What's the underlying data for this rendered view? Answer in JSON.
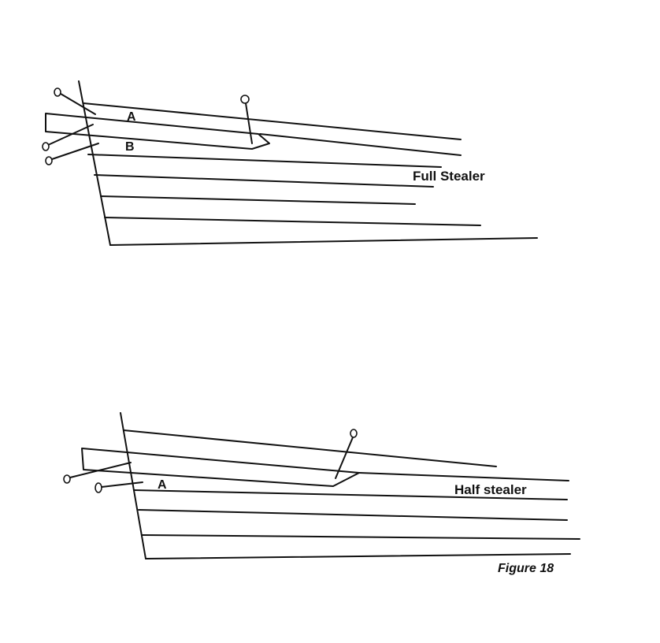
{
  "diagram": {
    "top": {
      "label_a": "A",
      "label_b": "B",
      "caption": "Full Stealer"
    },
    "bottom": {
      "label_a": "A",
      "caption": "Half stealer"
    },
    "figure_label": "Figure 18"
  }
}
